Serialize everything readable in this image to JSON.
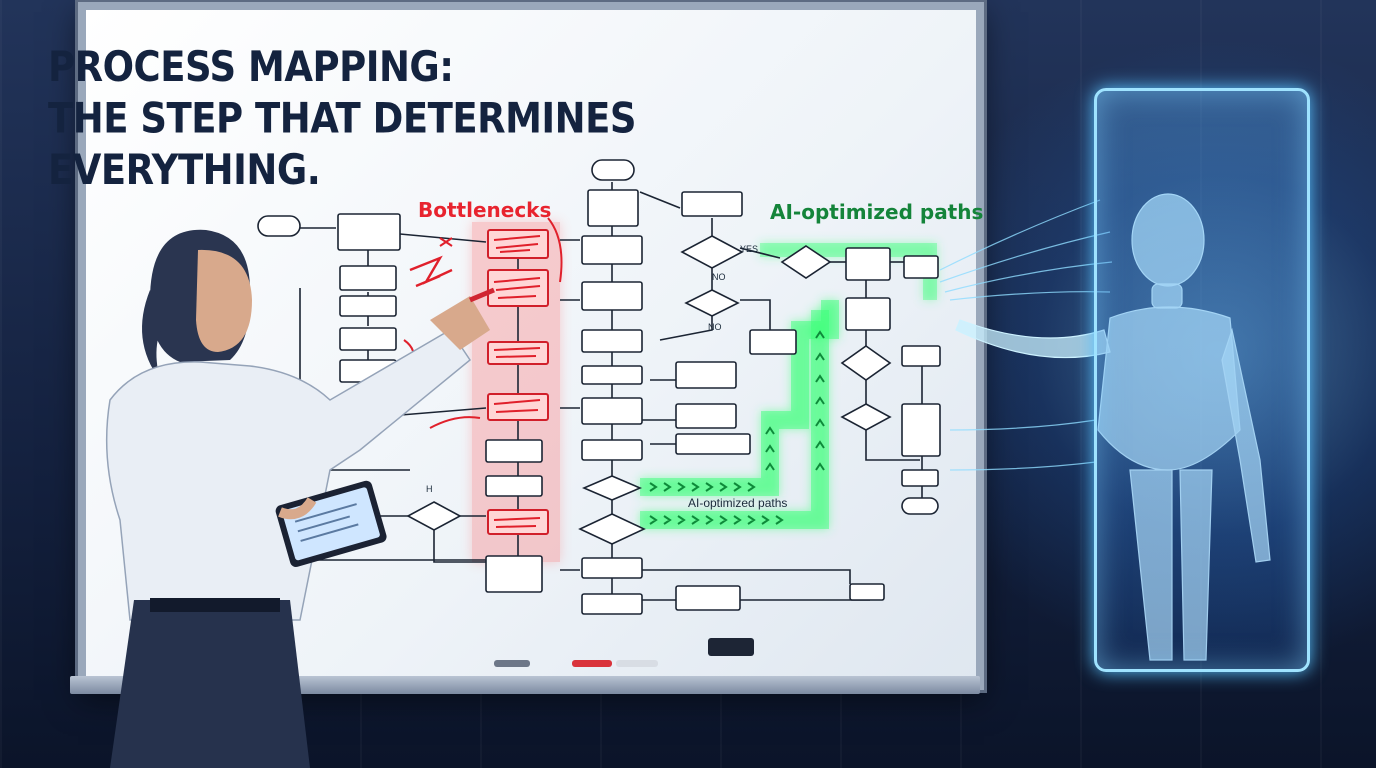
{
  "headline": {
    "line1": "PROCESS MAPPING:",
    "line2": "THE STEP THAT DETERMINES EVERYTHING."
  },
  "annotations": {
    "bottlenecks": "Bottlenecks",
    "ai_paths_top": "AI-optimized paths",
    "ai_paths_bottom": "AI-optimized paths",
    "yes_label": "YES",
    "no_label_1": "NO",
    "no_label_2": "NO",
    "h_label": "H"
  },
  "colors": {
    "title": "#14233f",
    "bottleneck_red": "#e8242f",
    "ai_green": "#14843a",
    "hologram_cyan": "#9fe3ff"
  }
}
